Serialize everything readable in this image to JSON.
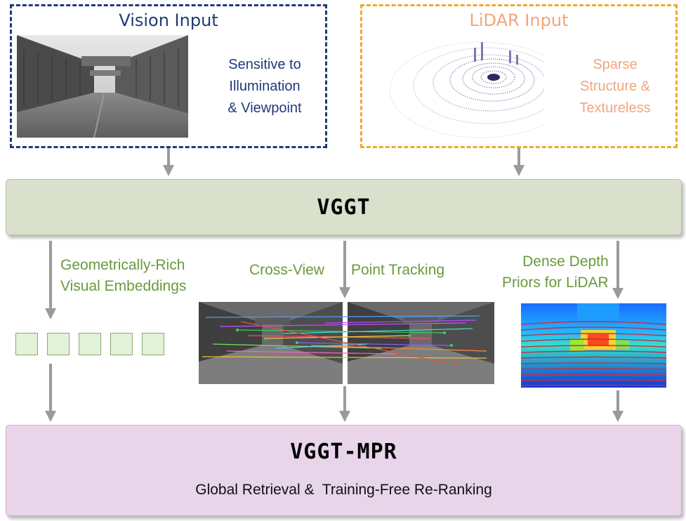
{
  "vision": {
    "title": "Vision Input",
    "desc": [
      "Sensitive to",
      "Illumination",
      "& Viewpoint"
    ],
    "color": "#1f3a78"
  },
  "lidar": {
    "title": "LiDAR Input",
    "desc": [
      "Sparse",
      "Structure &",
      "Textureless"
    ],
    "color": "#f0a82e"
  },
  "vggt": {
    "title": "VGGT",
    "color": "#d9e0cb"
  },
  "features": {
    "embeddings": [
      "Geometrically-Rich",
      "Visual Embeddings"
    ],
    "cross_view": "Cross-View",
    "point_tracking": "Point Tracking",
    "depth": [
      "Dense Depth",
      "Priors for LiDAR"
    ],
    "label_color": "#6a9a3c"
  },
  "mpr": {
    "title": "VGGT-MPR",
    "subtitle": "Global Retrieval &  Training-Free Re-Ranking",
    "color": "#e8d5ea"
  },
  "arrow_color": "#9a9a9a"
}
